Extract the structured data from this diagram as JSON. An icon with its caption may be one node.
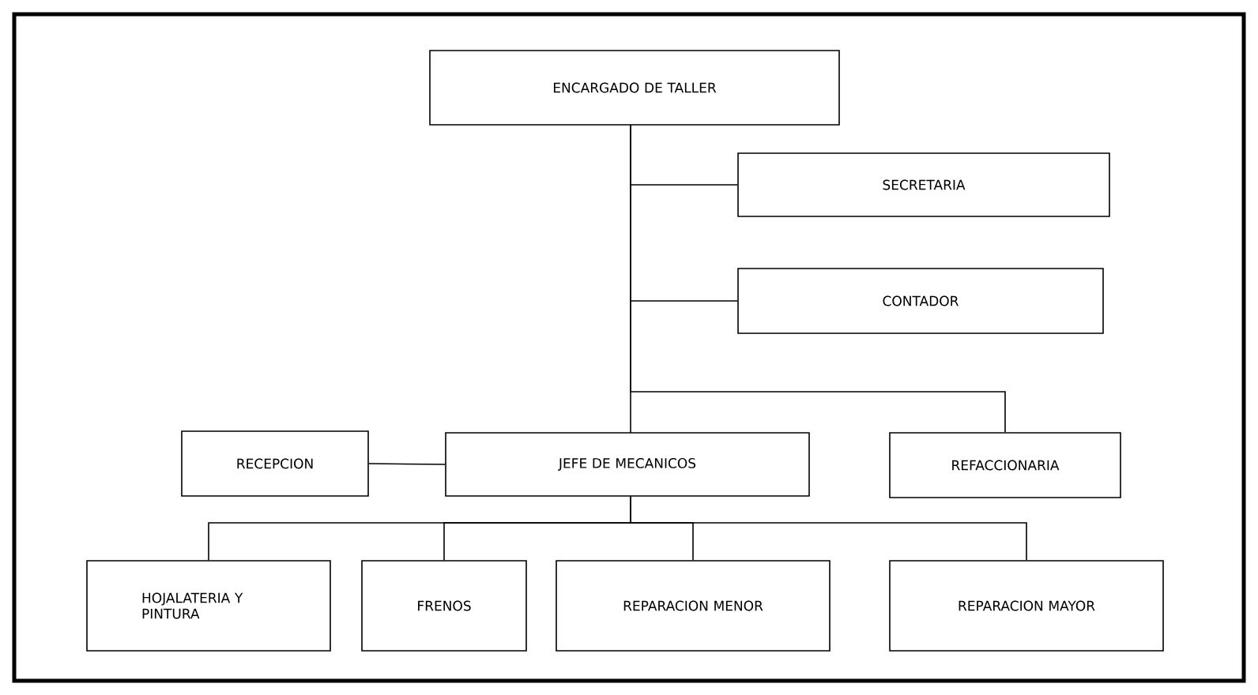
{
  "diagram": {
    "nodes": [
      {
        "text": [
          "ENCARGADO DE TALLER"
        ]
      },
      {
        "text": [
          "SECRETARIA"
        ]
      },
      {
        "text": [
          "CONTADOR"
        ]
      },
      {
        "text": [
          "RECEPCION"
        ]
      },
      {
        "text": [
          "JEFE DE MECANICOS"
        ]
      },
      {
        "text": [
          "REFACCIONARIA"
        ]
      },
      {
        "text": [
          "HOJALATERIA Y PINTURA"
        ]
      },
      {
        "text": [
          "FRENOS"
        ]
      },
      {
        "text": [
          "REPARACION MENOR"
        ]
      },
      {
        "text": [
          "REPARACION MAYOR"
        ]
      }
    ],
    "edges": [
      {
        "from": 0,
        "to": 1,
        "arrow": "none"
      },
      {
        "from": 0,
        "to": 2,
        "arrow": "none"
      },
      {
        "from": 0,
        "to": 4,
        "arrow": "none"
      },
      {
        "from": 0,
        "to": 5,
        "arrow": "none"
      },
      {
        "from": 3,
        "to": 4,
        "arrow": "none"
      },
      {
        "from": 4,
        "to": 6,
        "arrow": "none"
      },
      {
        "from": 4,
        "to": 7,
        "arrow": "none"
      },
      {
        "from": 4,
        "to": 8,
        "arrow": "none"
      },
      {
        "from": 4,
        "to": 9,
        "arrow": "none"
      }
    ]
  }
}
